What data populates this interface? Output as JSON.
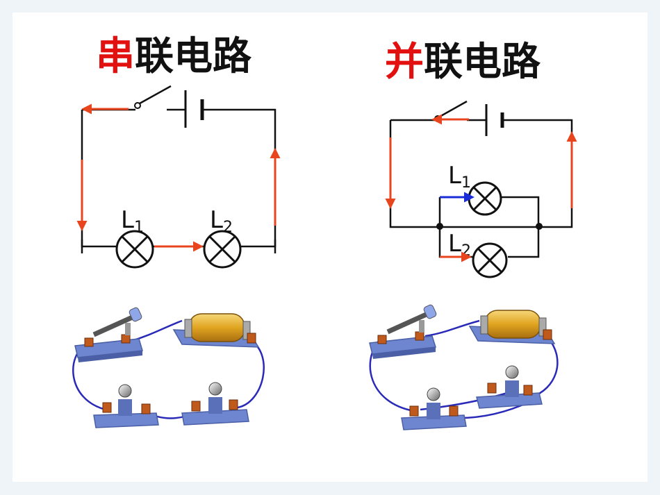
{
  "series": {
    "title_highlight": "串",
    "title_rest": "联电路",
    "lamp1": {
      "letter": "L",
      "sub": "1"
    },
    "lamp2": {
      "letter": "L",
      "sub": "2"
    }
  },
  "parallel": {
    "title_highlight": "并",
    "title_rest": "联电路",
    "lamp1": {
      "letter": "L",
      "sub": "1"
    },
    "lamp2": {
      "letter": "L",
      "sub": "2"
    }
  },
  "colors": {
    "wire": "#111111",
    "current_arrow": "#e8451f",
    "branch_arrow": "#1a2bd8",
    "highlight_text": "#e31010",
    "board": "#6e86cf",
    "cable": "#2a2ab8",
    "battery": "#e0a420",
    "terminal": "#c05a1c"
  }
}
